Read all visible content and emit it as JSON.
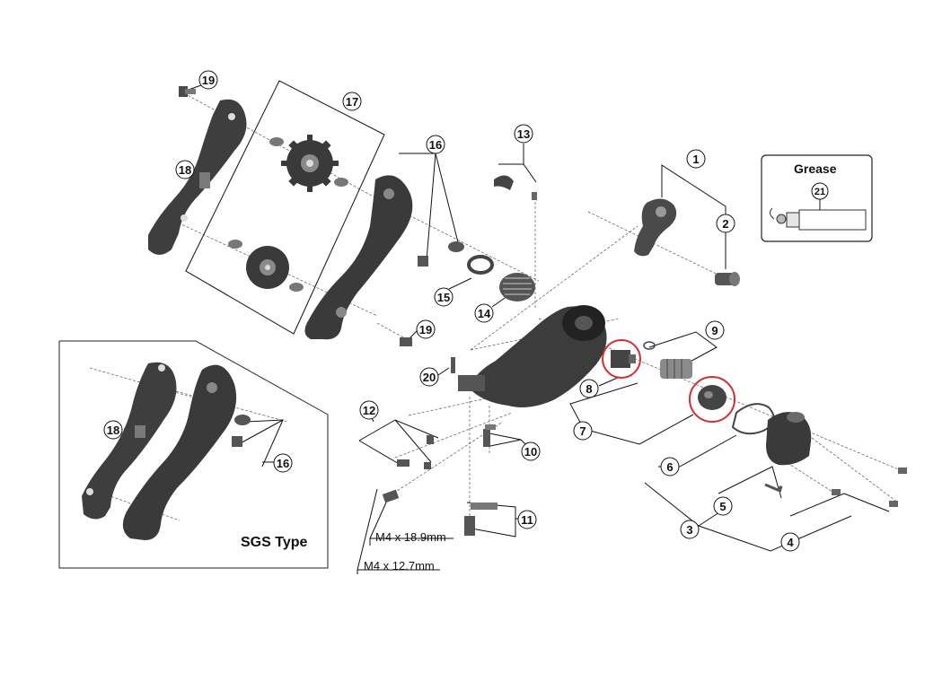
{
  "callouts": {
    "n1": "1",
    "n2": "2",
    "n3": "3",
    "n4": "4",
    "n5": "5",
    "n6": "6",
    "n7": "7",
    "n8": "8",
    "n9": "9",
    "n10": "10",
    "n11": "11",
    "n12": "12",
    "n13": "13",
    "n14": "14",
    "n15": "15",
    "n16a": "16",
    "n16b": "16",
    "n17": "17",
    "n18a": "18",
    "n18b": "18",
    "n19a": "19",
    "n19b": "19",
    "n20": "20",
    "n21": "21"
  },
  "grease_box": {
    "title": "Grease"
  },
  "sgs_inset": {
    "label": "SGS Type"
  },
  "screw_specs": {
    "long": "M4 x 18.9mm",
    "short": "M4 x 12.7mm"
  },
  "colors": {
    "part_dark": "#3a3a3a",
    "part_mid": "#6e6e6e",
    "part_light": "#a9a9a9",
    "highlight": "#d32f2f"
  }
}
